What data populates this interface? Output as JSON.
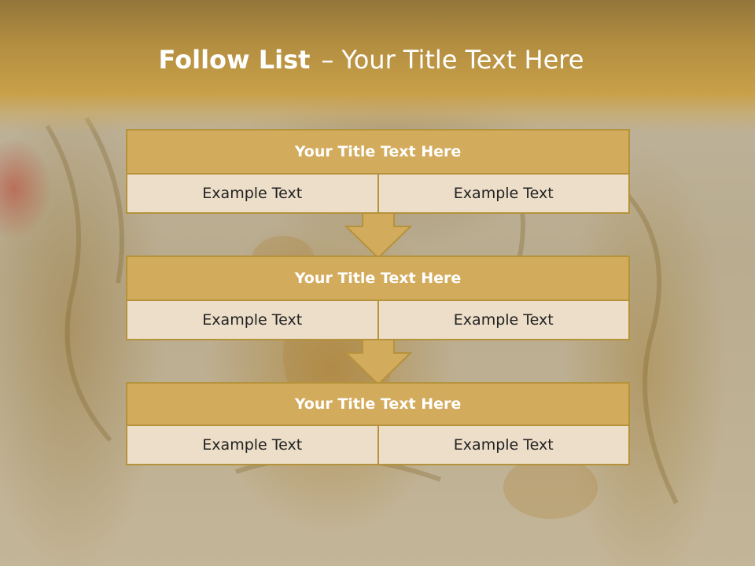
{
  "slide": {
    "title_bold": "Follow List",
    "title_separator": "–",
    "title_rest": "Your Title Text Here"
  },
  "steps": [
    {
      "title": "Your Title Text Here",
      "left": "Example Text",
      "right": "Example Text"
    },
    {
      "title": "Your Title Text Here",
      "left": "Example Text",
      "right": "Example Text"
    },
    {
      "title": "Your Title Text Here",
      "left": "Example Text",
      "right": "Example Text"
    }
  ],
  "colors": {
    "header_gold": "#c9a049",
    "box_fill": "#d3ab5c",
    "box_border": "#b5923c",
    "cell_fill": "#ecdec8",
    "arrow_fill": "#d3ab5c"
  },
  "icons": [
    "down-arrow-icon"
  ]
}
